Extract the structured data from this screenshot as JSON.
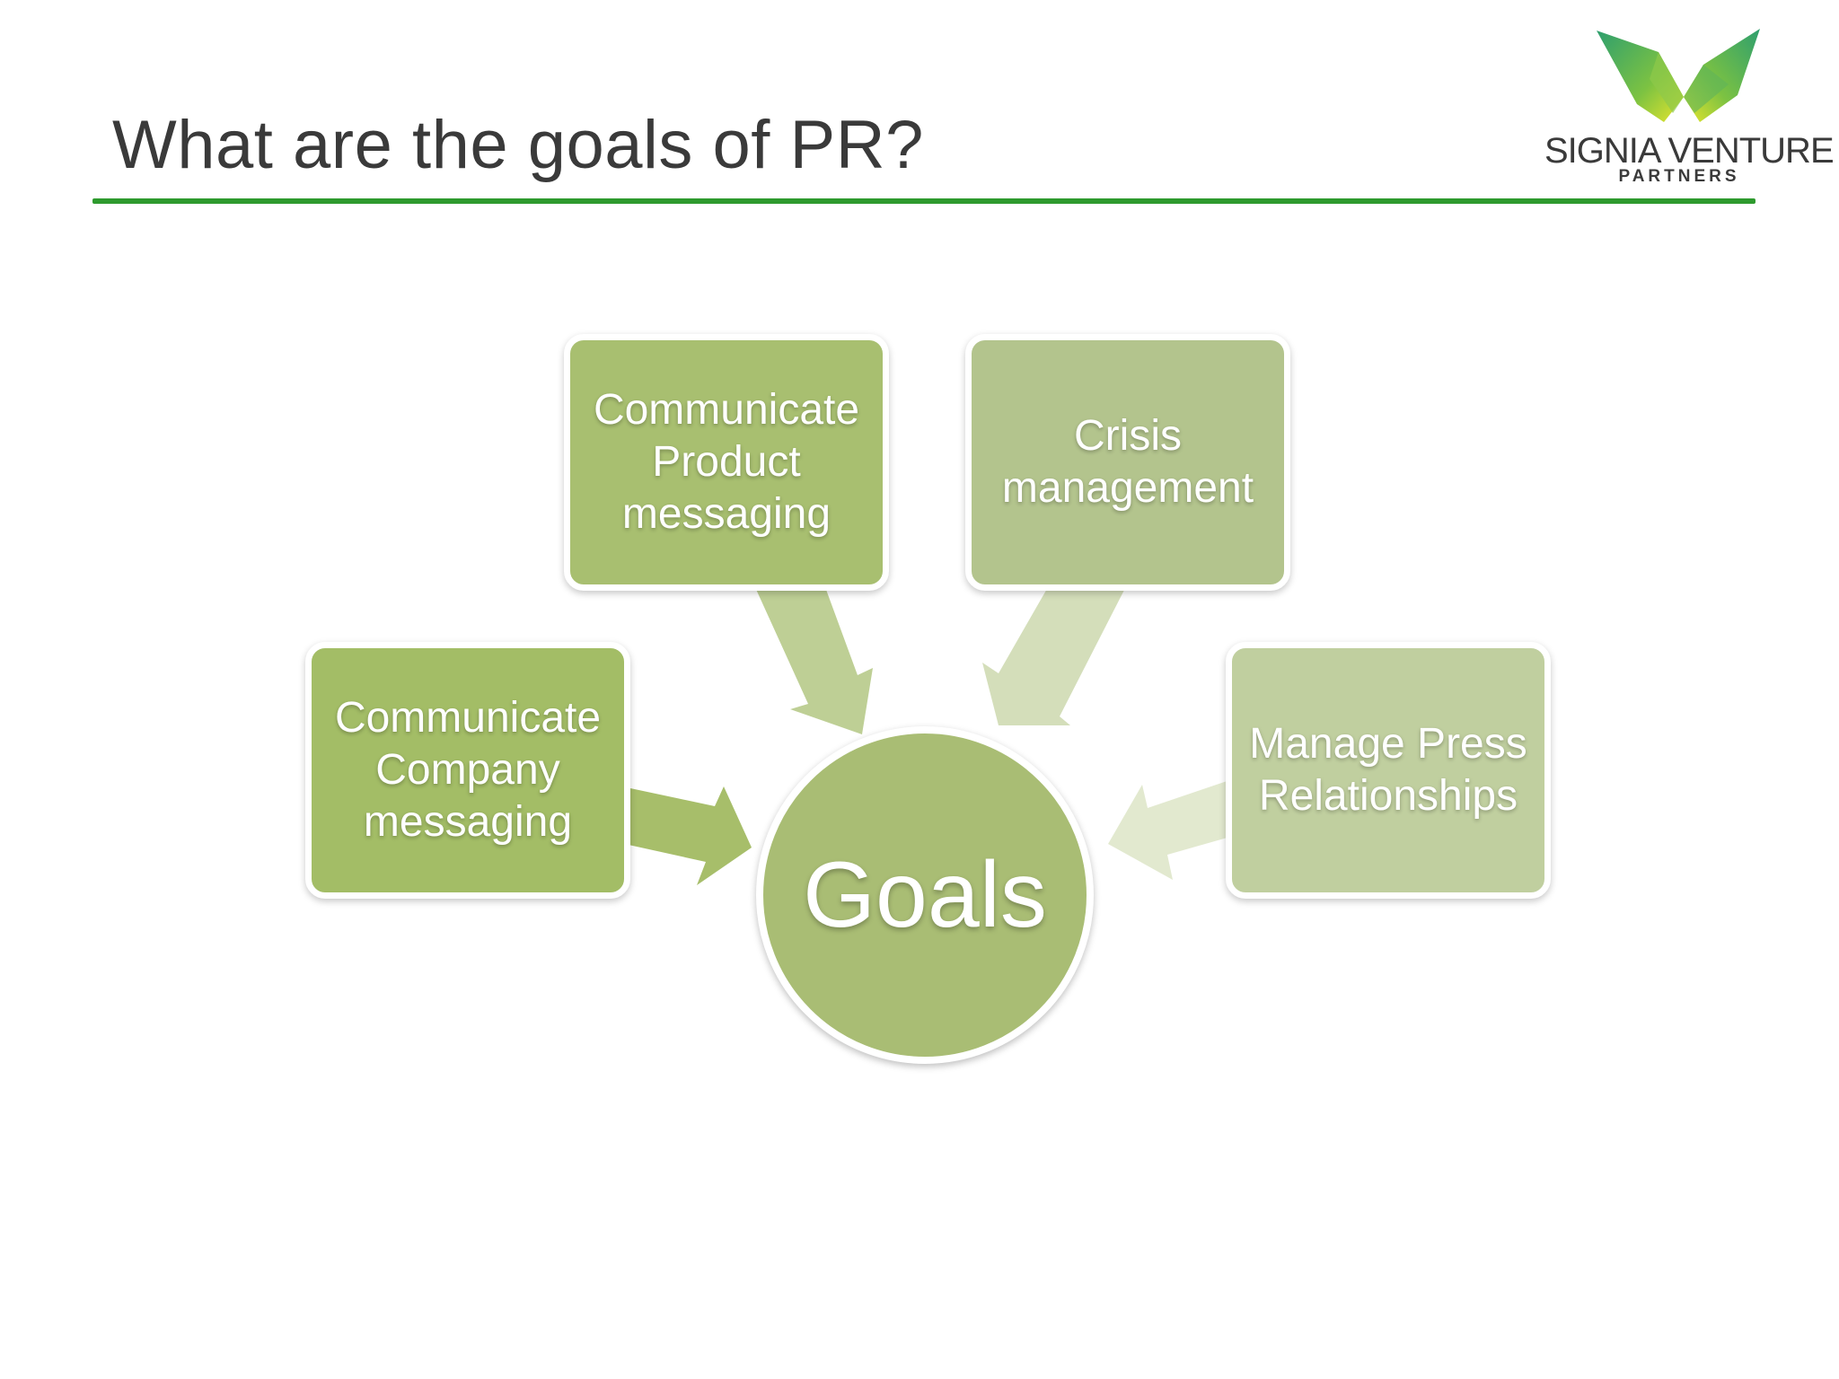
{
  "slide": {
    "title": "What are the goals of PR?"
  },
  "logo": {
    "name": "SIGNIA VENTURE",
    "sub": "PARTNERS",
    "colors": [
      "#3aa56b",
      "#8cc63f",
      "#e6e62e"
    ]
  },
  "diagram": {
    "hub": {
      "label": "Goals",
      "color": "#a9bd74"
    },
    "nodes": [
      {
        "id": "company",
        "lines": [
          "Communicate",
          "Company",
          "messaging"
        ],
        "color": "#a3bd66"
      },
      {
        "id": "product",
        "lines": [
          "Communicate",
          "Product",
          "messaging"
        ],
        "color": "#a8bf70"
      },
      {
        "id": "crisis",
        "lines": [
          "Crisis",
          "management"
        ],
        "color": "#b3c48d"
      },
      {
        "id": "press",
        "lines": [
          "Manage Press",
          "Relationships"
        ],
        "color": "#c0cf9f"
      }
    ],
    "arrow_colors": [
      "#a2bb62",
      "#b7ca8a",
      "#cfdab2",
      "#e0e8cc"
    ]
  }
}
